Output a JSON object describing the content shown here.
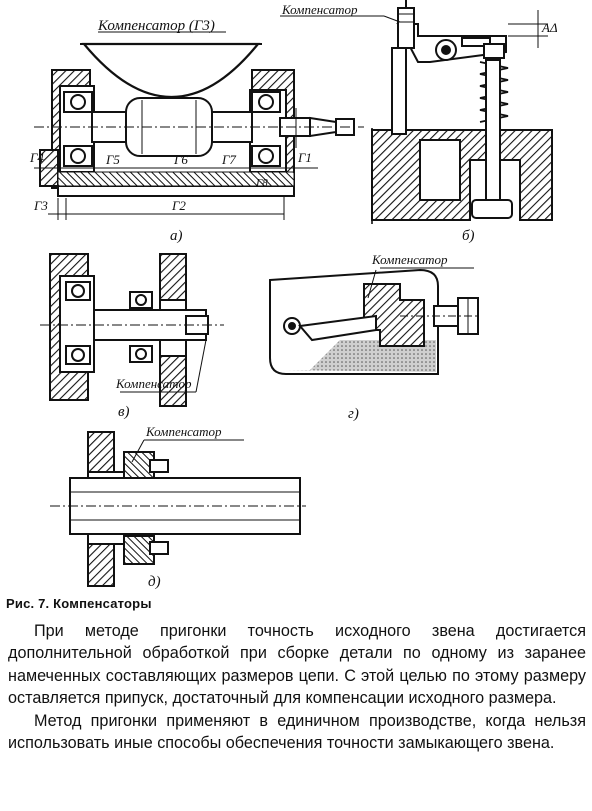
{
  "figure": {
    "label_compensator": "Компенсатор",
    "label_compensator_g3": "Компенсатор (Г3)",
    "panel_a": "а)",
    "panel_b": "б)",
    "panel_v": "в)",
    "panel_g": "г)",
    "panel_d": "д)",
    "dims": {
      "g1": "Г1",
      "g2": "Г2",
      "g3": "Г3",
      "g4": "Г4",
      "g5": "Г5",
      "g6": "Г6",
      "g7": "Г7",
      "g8": "Г8",
      "a_delta": "АΔ"
    }
  },
  "caption": "Рис. 7. Компенсаторы",
  "paragraphs": [
    "При методе пригонки точность исходного звена достигается дополнительной обработкой при сборке детали по одному из заранее намеченных составляющих размеров цепи. С этой целью по этому размеру оставляется припуск, достаточный для компенсации исходного размера.",
    "Метод пригонки применяют в единичном производстве, когда нельзя использовать иные способы обеспечения точности замыкающего звена."
  ]
}
